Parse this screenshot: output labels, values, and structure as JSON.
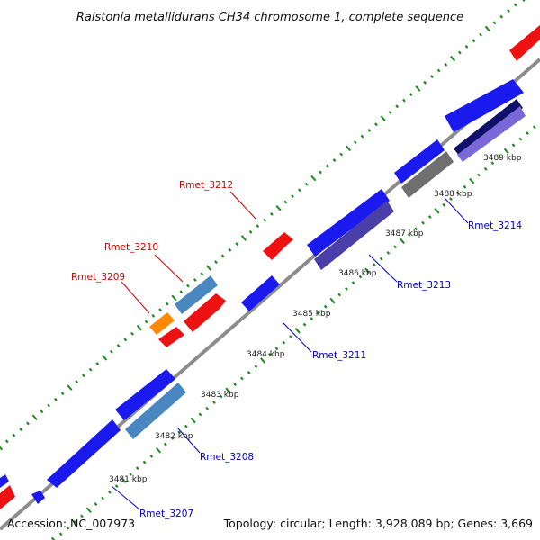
{
  "title": "Ralstonia metallidurans CH34 chromosome 1, complete sequence",
  "accession_text": "Accession: NC_007973",
  "summary_text": "Topology: circular; Length: 3,928,089 bp; Genes: 3,669",
  "colors": {
    "backbone": "#8c8c8c",
    "tick_dots": "#1e8a1e",
    "forward_label": "#cc0000",
    "reverse_label": "#0000cc",
    "gene_red": "#ee1111",
    "gene_blue": "#1a1aee",
    "gene_steel": "#4a87c0",
    "gene_orange": "#ff8800",
    "gene_gray": "#6f6f6f",
    "gene_purple": "#4a3ea8",
    "gene_navy": "#10106a",
    "gene_violet": "#7a68d8"
  },
  "tick_labels": [
    "3481 kbp",
    "3482 kbp",
    "3483 kbp",
    "3484 kbp",
    "3485 kbp",
    "3486 kbp",
    "3487 kbp",
    "3488 kbp",
    "3489 kbp"
  ],
  "gene_labels": {
    "rmet_3207": "Rmet_3207",
    "rmet_3208": "Rmet_3208",
    "rmet_3209": "Rmet_3209",
    "rmet_3210": "Rmet_3210",
    "rmet_3211": "Rmet_3211",
    "rmet_3212": "Rmet_3212",
    "rmet_3213": "Rmet_3213",
    "rmet_3214": "Rmet_3214"
  }
}
